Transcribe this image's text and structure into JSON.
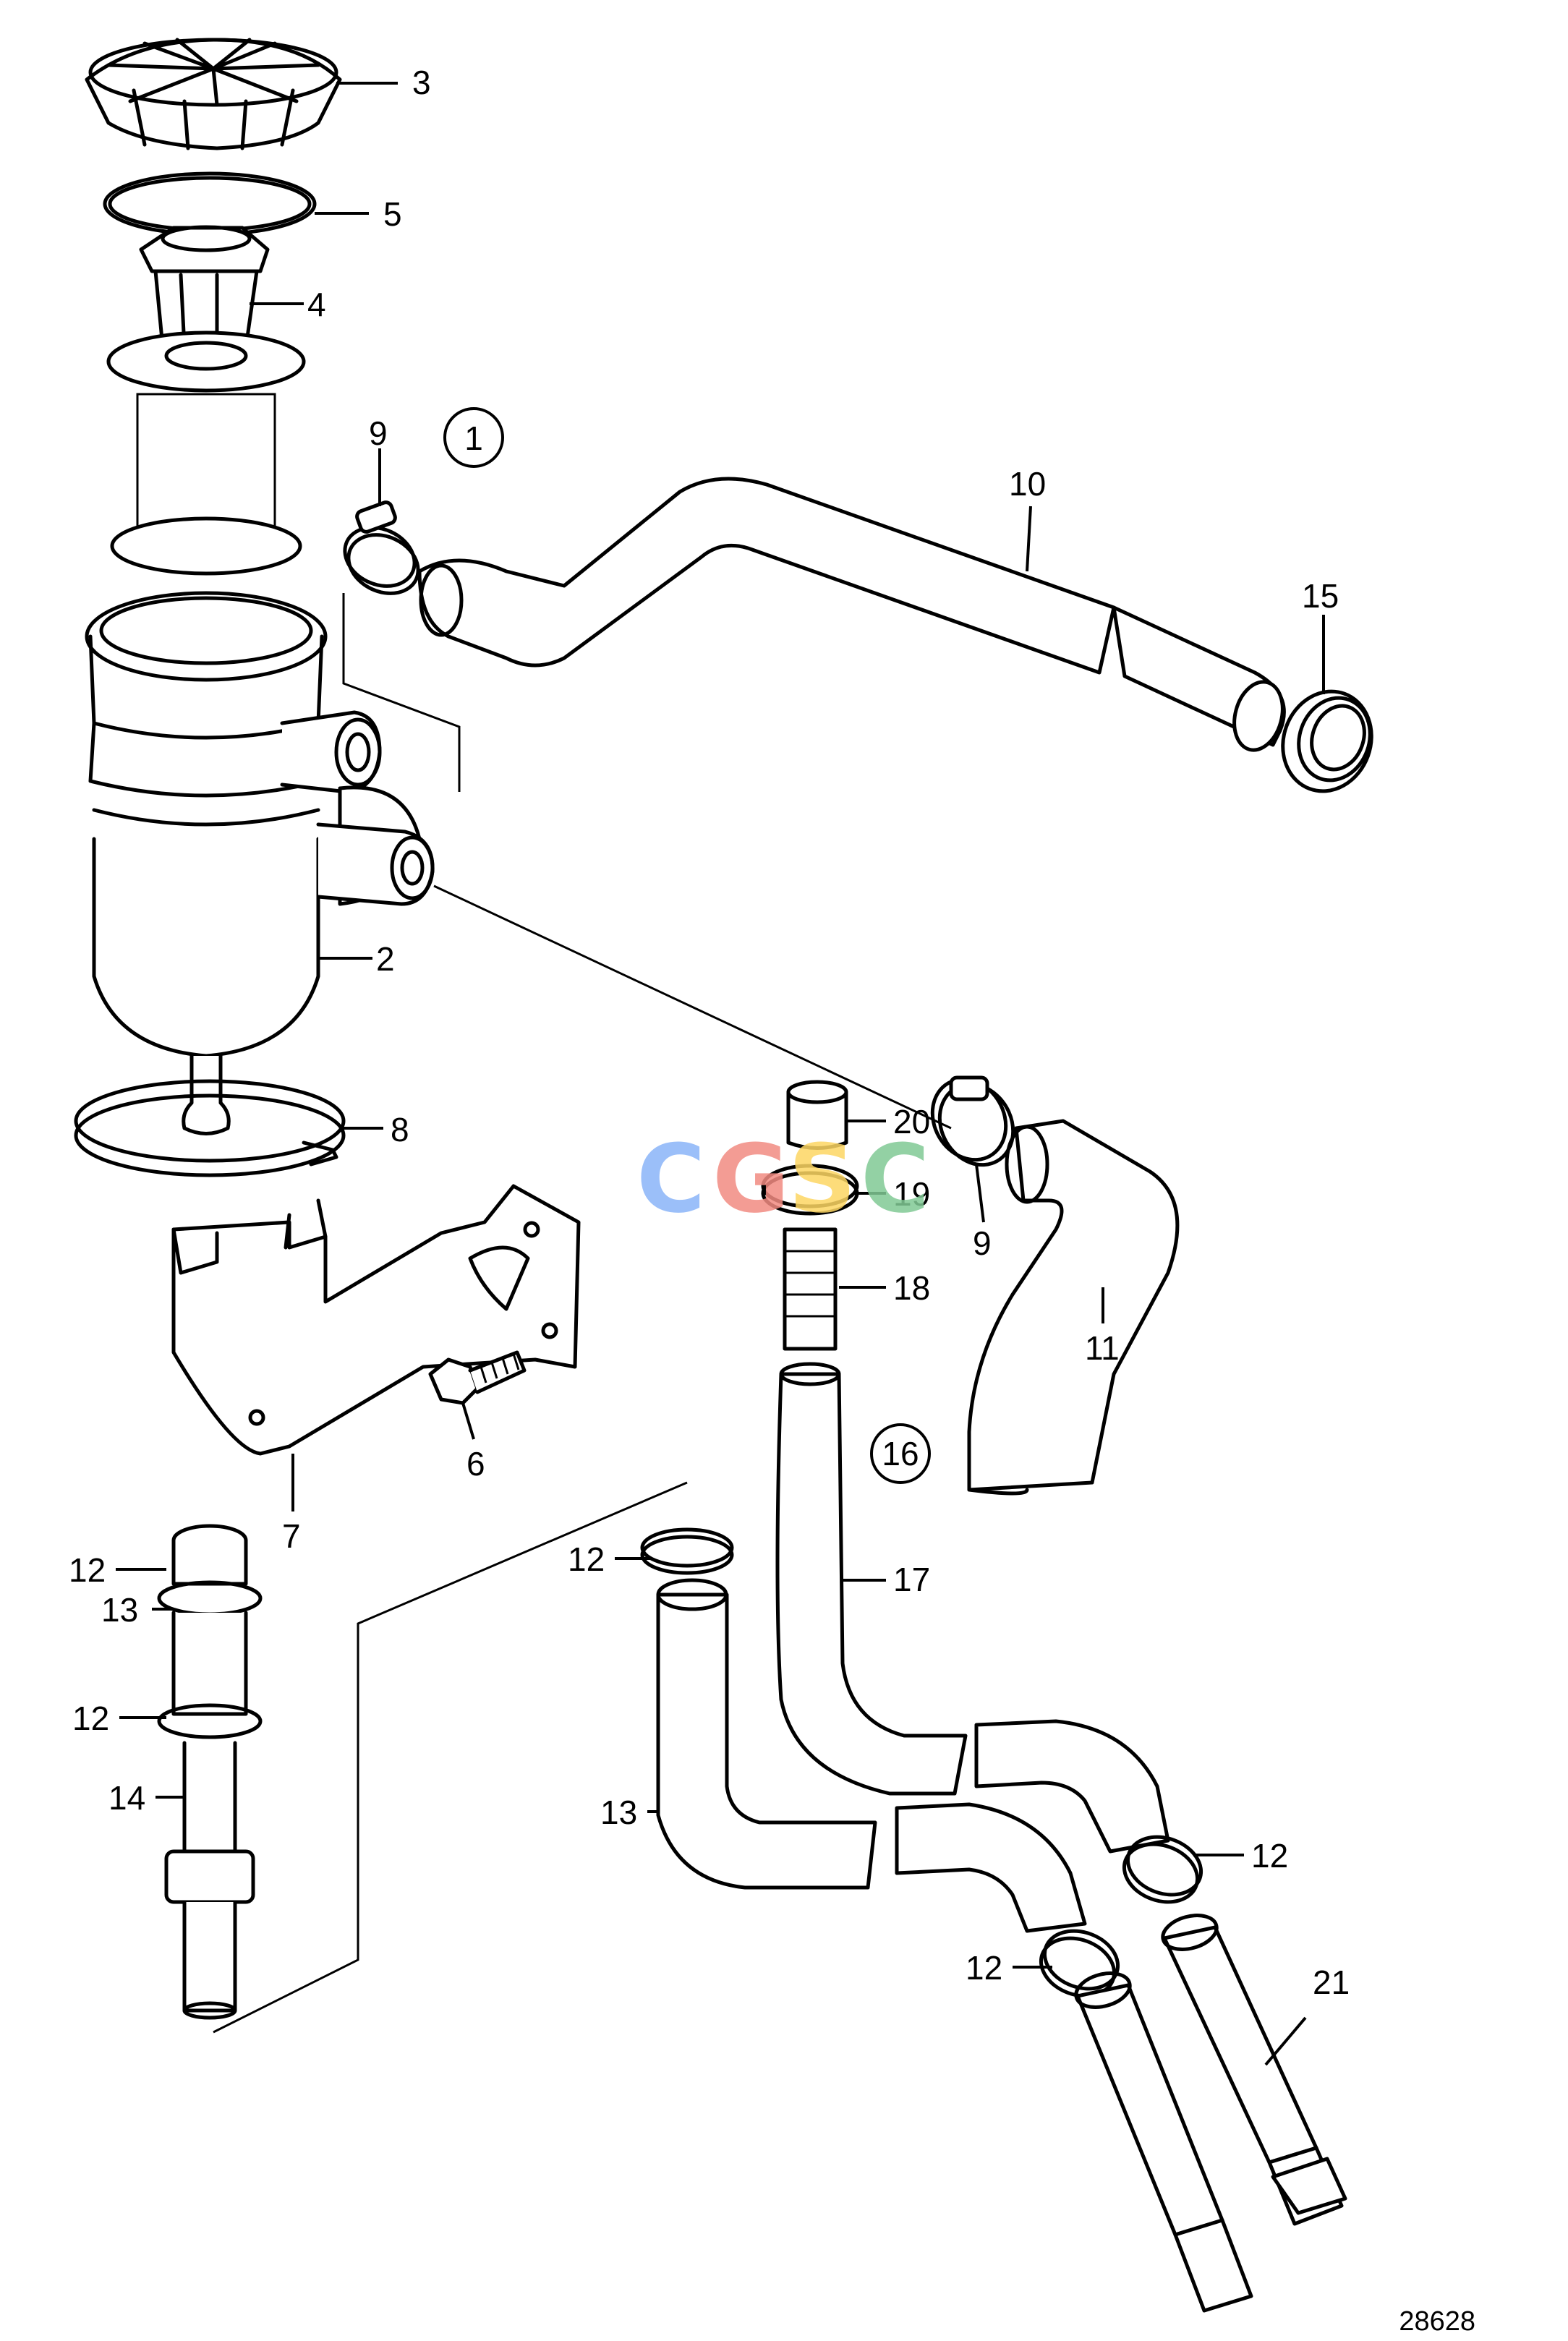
{
  "figure_number": "28628",
  "watermark": {
    "letters": [
      "C",
      "G",
      "S",
      "C"
    ],
    "colors": [
      "#8ab4f8",
      "#f28b82",
      "#fdd663",
      "#81c995"
    ]
  },
  "circled_labels": [
    "1",
    "16"
  ],
  "callouts": {
    "p2": "2",
    "p3": "3",
    "p4": "4",
    "p5": "5",
    "p6": "6",
    "p7": "7",
    "p8": "8",
    "p9a": "9",
    "p9b": "9",
    "p10": "10",
    "p11": "11",
    "p12a": "12",
    "p12b": "12",
    "p12c": "12",
    "p12d": "12",
    "p12e": "12",
    "p13a": "13",
    "p13b": "13",
    "p14": "14",
    "p15": "15",
    "p17": "17",
    "p18": "18",
    "p19": "19",
    "p20": "20",
    "p21": "21"
  }
}
